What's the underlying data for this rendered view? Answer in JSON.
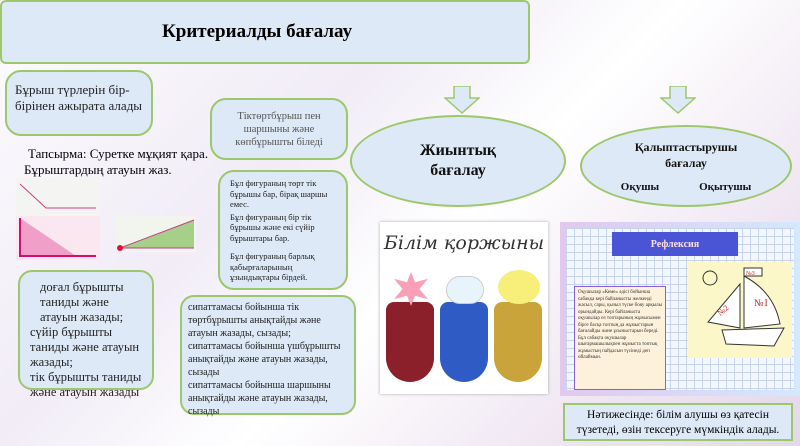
{
  "title": "Критериалды бағалау",
  "left": {
    "criterion": "Бұрыш түрлерін бір-бірінен ажырата алады",
    "task_line1": "Тапсырма: Суретке мұқият қара.",
    "task_line2": "Бұрыштардың  атауын жаз.",
    "descriptor": [
      "доғал бұрышты таниды және атауын жазады;",
      "сүйір бұрышты таниды және атауын жазады;",
      "тік бұрышты таниды және атауын жазады"
    ]
  },
  "middle": {
    "criterion": "Тіктөртбұрыш пен шаршыны және көпбұрышты біледі",
    "task": [
      "Бұл фигураның төрт тік бұрышы бар, бірақ шаршы емес.",
      "Бұл фигураның  бір тік бұрышы және екі сүйір бұрыштары бар.",
      "Бұл фигураның барлық қабырғаларының ұзындықтары бірдей."
    ],
    "descriptor": [
      "сипаттамасы бойынша тік төртбұрышты анықтайды және атауын жазады, сызады;",
      "сипаттамасы бойынша үшбұрышты анықтайды және атауын жазады, сызады",
      "сипаттамасы бойынша шаршыны анықтайды және атауын жазады, сызады"
    ]
  },
  "summative": "Жиынтық бағалау",
  "formative": {
    "title": "Қалыптастырушы бағалау",
    "student": "Оқушы",
    "teacher": "Оқытушы"
  },
  "bags": {
    "title": "Білім қоржыны",
    "colors": [
      "#8b1f2a",
      "#2f5bc4",
      "#c9a43a"
    ]
  },
  "reflection": {
    "title": "Рефлексия",
    "text": "Оқушылар «Кеме» әдісі бойынша сабаққа кері байланысты желкенді жасыл, сары, қызыл түске бояу арқылы орындайды. Кері байланыста оқушылар өз топтарының жұмысымен бірге басқа топтың да жұмыстарын бағалайды және ұсыныстарын береді. Бұл сабақта оқушылар шығармашылықпен жұмыста топтық жұмыстың пайдасын түсінеді деп ойлаймын.",
    "labels": [
      "№1",
      "№2",
      "№3"
    ]
  },
  "result": "Нәтижесінде: білім алушы өз қатесін түзетеді, өзін тексеруге мүмкіндік алады."
}
